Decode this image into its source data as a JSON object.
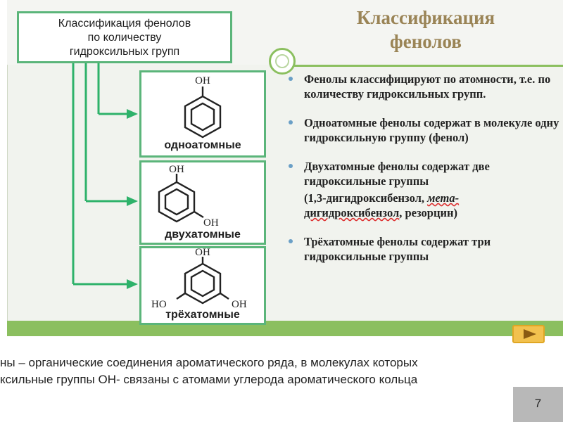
{
  "slide": {
    "title_line1": "Классификация",
    "title_line2": "фенолов",
    "classification_box": {
      "line1": "Классификация фенолов",
      "line2": "по количеству",
      "line3": "гидроксильных групп"
    },
    "phenols": [
      {
        "caption": "одноатомные",
        "labels": [
          "OH"
        ]
      },
      {
        "caption": "двухатомные",
        "labels": [
          "OH",
          "OH"
        ]
      },
      {
        "caption": "трёхатомные",
        "labels": [
          "OH",
          "HO",
          "OH"
        ]
      }
    ],
    "bullets": {
      "b1": "Фенолы классифицируют по атомности, т.е. по количеству гидроксильных групп.",
      "b2": "Одноатомные фенолы содержат в молекуле одну гидроксильную группу (фенол)",
      "b3_main": "Двухатомные фенолы содержат две гидроксильные группы",
      "b3_sub_a": "(1,3-дигидроксибензол, ",
      "b3_sub_meta": "мета-",
      "b3_sub_b": "дигидроксибензол",
      "b3_sub_c": ", резорцин)",
      "b4": "Трёхатомные фенолы содержат три гидроксильные группы"
    },
    "next_button_icon": "play-arrow-icon"
  },
  "caption": {
    "line1": "ны – органические соединения ароматического ряда, в молекулах которых",
    "line2": "ксильные группы ОН- связаны с атомами углерода ароматического кольца"
  },
  "page_number": "7",
  "colors": {
    "accent_green": "#5bb57a",
    "title_brown": "#9a8456",
    "bar_green": "#8bbf5f",
    "button_yellow": "#f2c14e"
  }
}
